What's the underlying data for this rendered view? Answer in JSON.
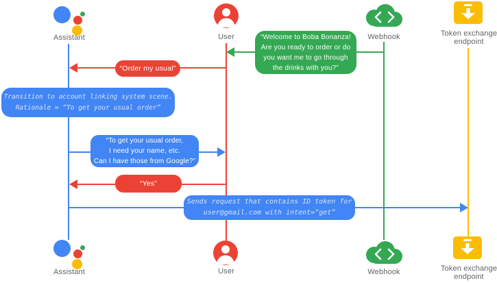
{
  "title": "Account linking sequence diagram",
  "colors": {
    "blue": "#4285F4",
    "red": "#EA4335",
    "green": "#34A853",
    "yellow": "#FBBC04",
    "label_gray": "#5F6368",
    "bubble_text": "#FFFFFF",
    "note_text": "#D2E3FC"
  },
  "actors": [
    {
      "id": "assistant",
      "label": "Assistant",
      "icon": "google-assistant-logo",
      "color": "#4285F4"
    },
    {
      "id": "user",
      "label": "User",
      "icon": "user-icon",
      "color": "#EA4335"
    },
    {
      "id": "webhook",
      "label": "Webhook",
      "icon": "cloud-code-icon",
      "color": "#34A853"
    },
    {
      "id": "token",
      "label": "Token exchange endpoint",
      "label_lines": [
        "Token exchange",
        "endpoint"
      ],
      "icon": "token-archive-icon",
      "color": "#FBBC04"
    }
  ],
  "messages": [
    {
      "id": "welcome",
      "from": "webhook",
      "to": "user",
      "color": "green",
      "style": "speech",
      "lines": [
        "“Welcome to Boba Bonanza!",
        "Are you ready to order or do",
        "you want me to go through",
        "the drinks with you?”"
      ]
    },
    {
      "id": "order-my-usual",
      "from": "user",
      "to": "assistant",
      "color": "red",
      "style": "speech",
      "lines": [
        "“Order my usual”"
      ]
    },
    {
      "id": "transition-note",
      "type": "self-note",
      "on": "assistant",
      "color": "blue",
      "style": "system-mono",
      "lines": [
        "Transition to account linking system scene.",
        "Rationale = “To get your usual order”"
      ]
    },
    {
      "id": "need-info",
      "from": "assistant",
      "to": "user",
      "color": "blue",
      "style": "speech",
      "lines": [
        "“To get your usual order,",
        "I need your name, etc.",
        "Can I have those from Google?”"
      ]
    },
    {
      "id": "yes",
      "from": "user",
      "to": "assistant",
      "color": "red",
      "style": "speech",
      "lines": [
        "“Yes”"
      ]
    },
    {
      "id": "send-request",
      "from": "assistant",
      "to": "token",
      "color": "blue",
      "style": "system-mono",
      "lines": [
        "Sends request that contains ID token for",
        "user@gmail.com with intent=“get”"
      ]
    }
  ]
}
